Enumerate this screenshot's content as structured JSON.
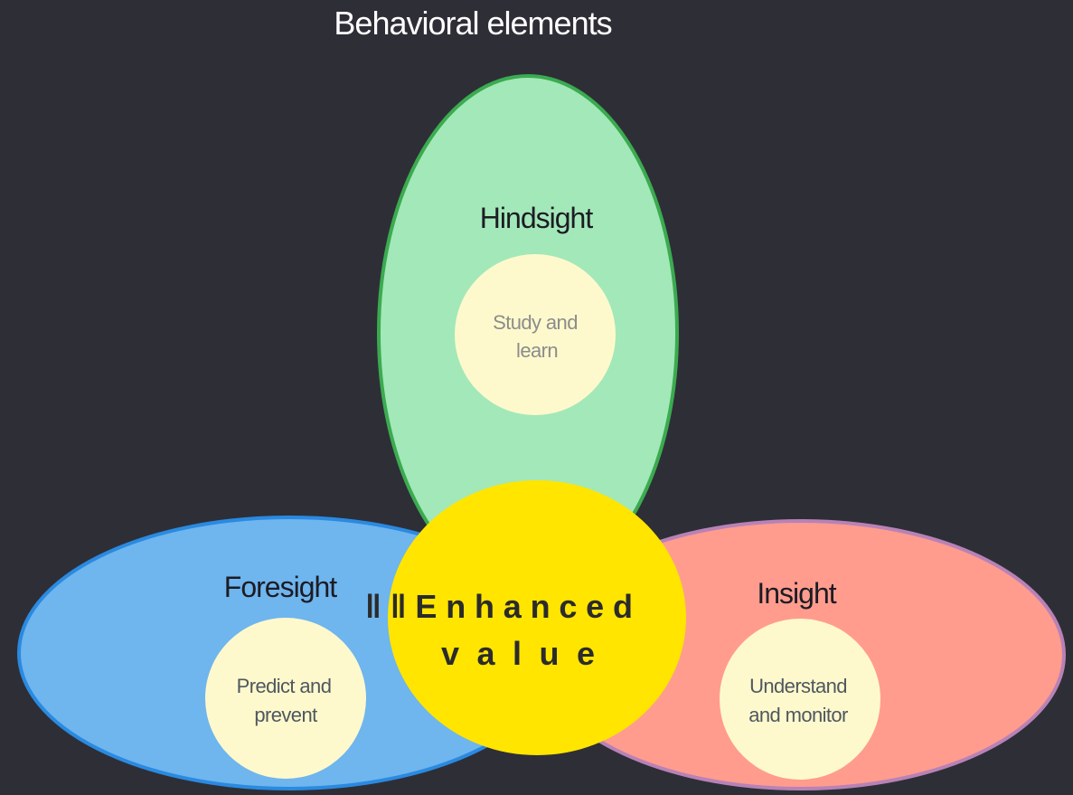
{
  "title": "Behavioral elements",
  "center": {
    "line1": "‖‖Enhanced",
    "line2": "value"
  },
  "elements": {
    "hindsight": {
      "title": "Hindsight",
      "line1": "Study and",
      "line2": "learn"
    },
    "foresight": {
      "title": "Foresight",
      "line1": "Predict and",
      "line2": "prevent"
    },
    "insight": {
      "title": "Insight",
      "line1": "Understand",
      "line2": "and monitor"
    }
  },
  "colors": {
    "background": "#2e2e37",
    "hindsight_fill": "#a3e8b9",
    "hindsight_stroke": "#3bab4f",
    "foresight_fill": "#6fb5ee",
    "foresight_stroke": "#2a8ae0",
    "insight_fill": "#ff9c8e",
    "insight_stroke": "#b882b6",
    "inner_circle": "#fef9cc",
    "center_circle": "#ffe500",
    "heading_text": "#1c1c24",
    "inner_text_green": "#8c8c8c",
    "inner_text_other": "#4f5760",
    "center_text": "#2b2b2b"
  }
}
